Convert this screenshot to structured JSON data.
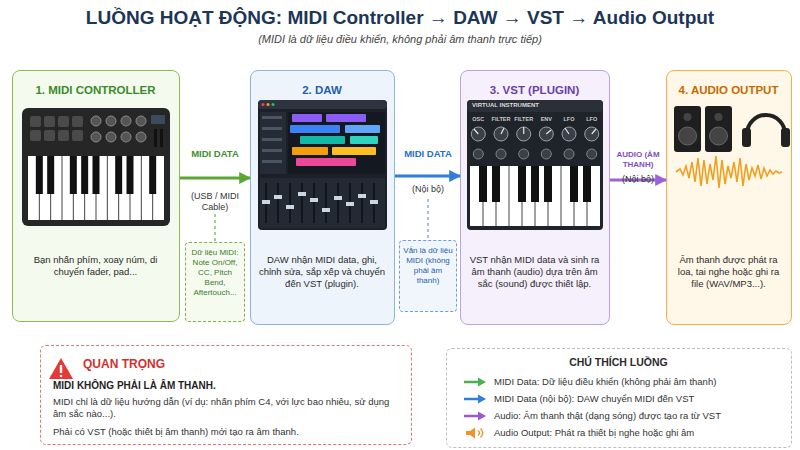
{
  "diagram": {
    "title": "LUỒNG HOẠT ĐỘNG: MIDI Controller → DAW → VST → Audio Output",
    "nodes": [
      {
        "text": [
          "1. MIDI CONTROLLER",
          "Bạn nhấn phím, xoay núm, di chuyển fader, pad..."
        ]
      },
      {
        "text": [
          "2. DAW",
          "DAW nhận MIDI data, ghi, chỉnh sửa, sắp xếp và chuyển đến VST (plugin)."
        ]
      },
      {
        "text": [
          "3. VST (PLUGIN)",
          "VST nhận MIDI data và sinh ra âm thanh (audio) dựa trên âm sắc (sound) được thiết lập."
        ]
      },
      {
        "text": [
          "4. AUDIO OUTPUT",
          "Âm thanh được phát ra loa, tai nghe hoặc ghi ra file (WAV/MP3...)."
        ]
      },
      {
        "text": [
          "Dữ liệu MIDI: Note On/Off, CC, Pitch Bend, Aftertouch..."
        ]
      },
      {
        "text": [
          "Vẫn là dữ liệu MIDI (không phải âm thanh)"
        ]
      },
      {
        "text": [
          "QUAN TRỌNG",
          "MIDI KHÔNG PHẢI LÀ ÂM THANH.",
          "MIDI chỉ là dữ liệu hướng dẫn (ví dụ: nhấn phím C4, với lực bao nhiêu, sử dụng âm sắc nào...).",
          "Phải có VST (hoặc thiết bị âm thanh) mới tạo ra âm thanh."
        ]
      },
      {
        "text": [
          "CHÚ THÍCH LUỒNG"
        ]
      }
    ],
    "edges": [
      {
        "from": 0,
        "to": 1,
        "label": "MIDI DATA",
        "arrow": "to"
      },
      {
        "from": 1,
        "to": 2,
        "label": "MIDI DATA",
        "arrow": "to"
      },
      {
        "from": 2,
        "to": 3,
        "label": "AUDIO (ÂM THANH)",
        "arrow": "to"
      }
    ],
    "labels": [
      "(MIDI là dữ liệu điều khiển, không phải âm thanh trực tiếp)",
      "(USB / MIDI Cable)",
      "(Nội bộ)",
      "(Nội bộ)",
      "VIRTUAL INSTRUMENT",
      "OSC",
      "FILTER",
      "FILTER",
      "ENV",
      "LFO",
      "LFO"
    ],
    "legend": [
      {
        "text": "MIDI Data: Dữ liệu điều khiển (không phải âm thanh)"
      },
      {
        "text": "MIDI Data (nội bộ): DAW chuyển MIDI đến VST"
      },
      {
        "text": "Audio: Âm thanh thật (dạng sóng) được tạo ra từ VST"
      },
      {
        "text": "Audio Output: Phát ra thiết bị nghe hoặc ghi âm"
      }
    ]
  }
}
